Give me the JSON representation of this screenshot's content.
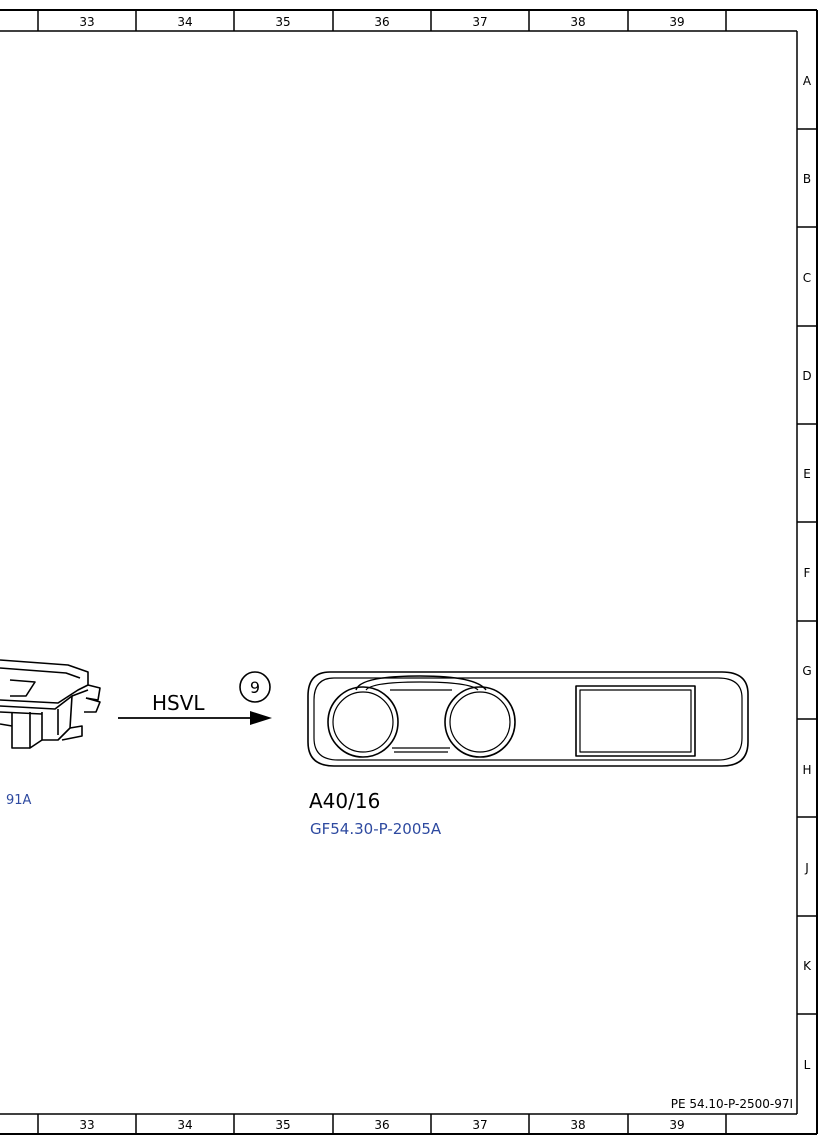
{
  "grid": {
    "columns": [
      "33",
      "34",
      "35",
      "36",
      "37",
      "38",
      "39"
    ],
    "rows": [
      "A",
      "B",
      "C",
      "D",
      "E",
      "F",
      "G",
      "H",
      "J",
      "K",
      "L"
    ]
  },
  "left_component": {
    "ref_partial": "91A"
  },
  "connection": {
    "bus_label": "HSVL",
    "number": "9"
  },
  "cluster": {
    "designation": "A40/16",
    "reference": "GF54.30-P-2005A"
  },
  "document_number": "PE 54.10-P-2500-97I",
  "colors": {
    "line": "#000000",
    "reference_text": "#2e4aa0"
  }
}
